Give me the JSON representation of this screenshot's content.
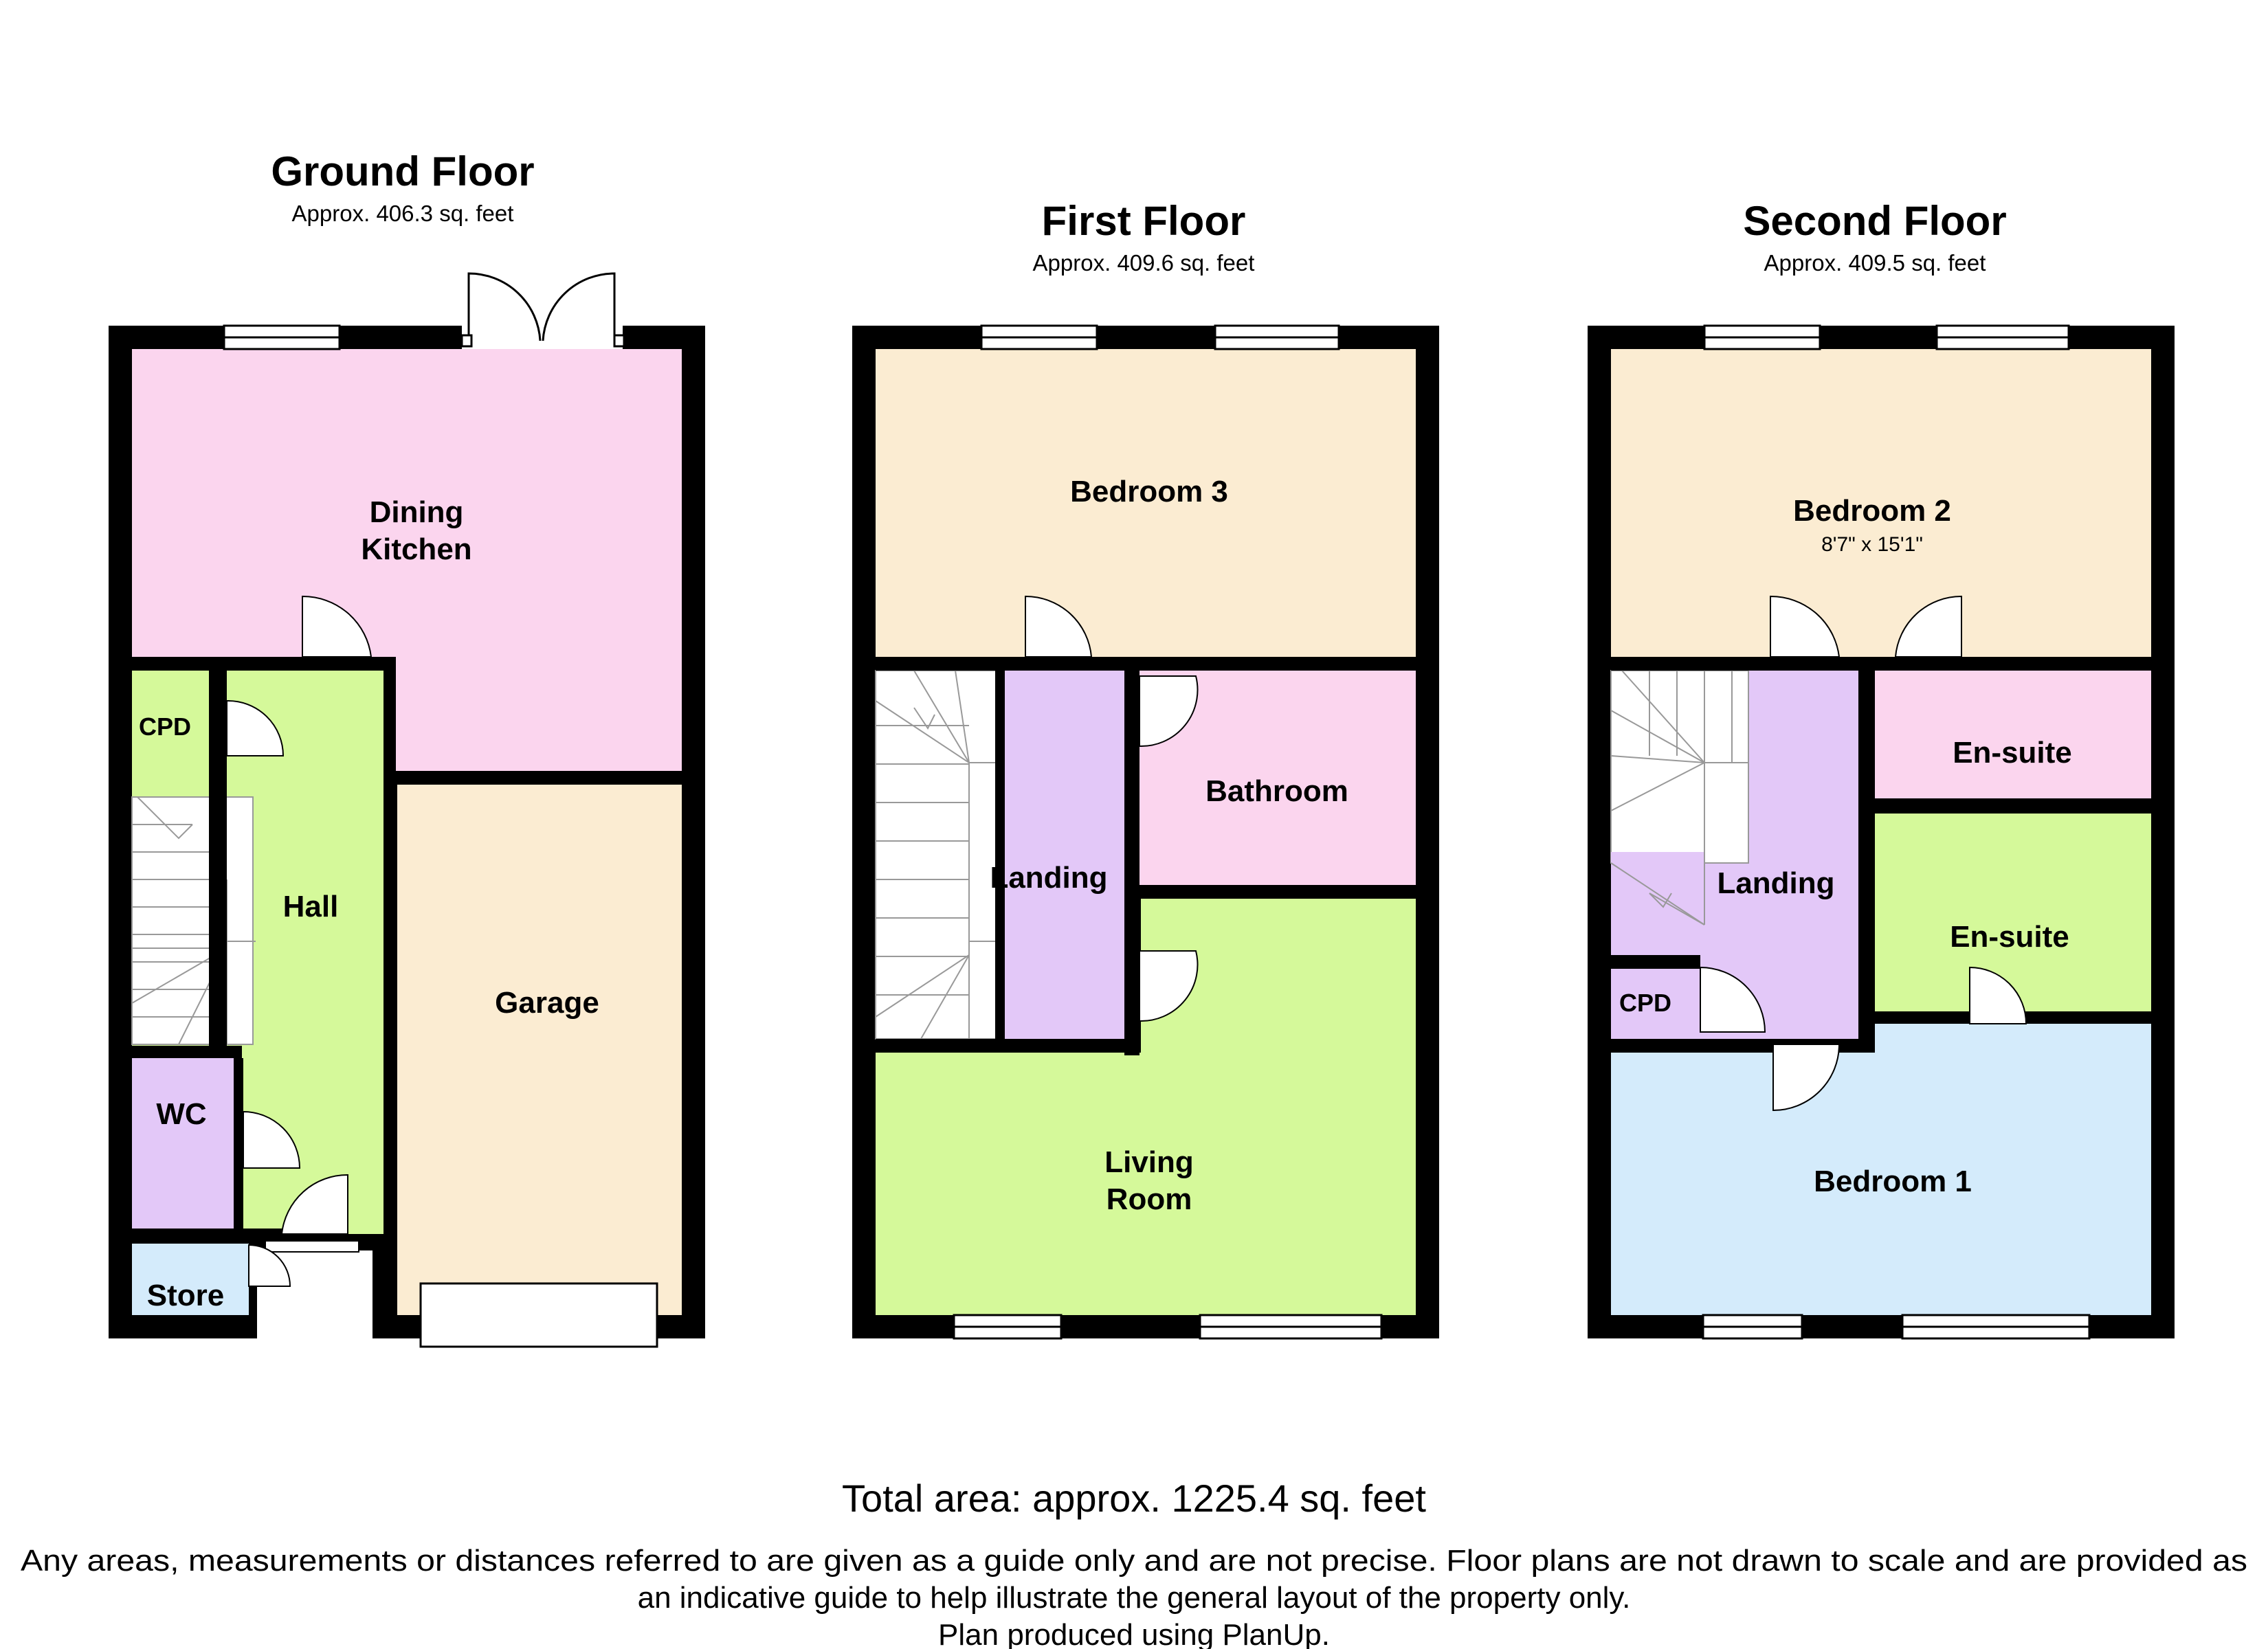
{
  "floors": [
    {
      "name": "Ground Floor",
      "area": "Approx. 406.3 sq. feet",
      "rooms": [
        {
          "name": "Dining Kitchen",
          "lines": [
            "Dining",
            "Kitchen"
          ]
        },
        {
          "name": "CPD",
          "lines": [
            "CPD"
          ]
        },
        {
          "name": "Hall",
          "lines": [
            "Hall"
          ]
        },
        {
          "name": "Garage",
          "lines": [
            "Garage"
          ]
        },
        {
          "name": "WC",
          "lines": [
            "WC"
          ]
        },
        {
          "name": "Store",
          "lines": [
            "Store"
          ]
        }
      ]
    },
    {
      "name": "First Floor",
      "area": "Approx. 409.6 sq. feet",
      "rooms": [
        {
          "name": "Bedroom 3",
          "lines": [
            "Bedroom 3"
          ]
        },
        {
          "name": "Landing",
          "lines": [
            "Landing"
          ]
        },
        {
          "name": "Bathroom",
          "lines": [
            "Bathroom"
          ]
        },
        {
          "name": "Living Room",
          "lines": [
            "Living",
            "Room"
          ]
        }
      ]
    },
    {
      "name": "Second Floor",
      "area": "Approx. 409.5 sq. feet",
      "rooms": [
        {
          "name": "Bedroom 2",
          "lines": [
            "Bedroom 2"
          ],
          "dimensions": "8'7\" x 15'1\""
        },
        {
          "name": "En-suite",
          "lines": [
            "En-suite"
          ]
        },
        {
          "name": "Landing",
          "lines": [
            "Landing"
          ]
        },
        {
          "name": "En-suite",
          "lines": [
            "En-suite"
          ]
        },
        {
          "name": "CPD",
          "lines": [
            "CPD"
          ]
        },
        {
          "name": "Bedroom 1",
          "lines": [
            "Bedroom 1"
          ]
        }
      ]
    }
  ],
  "footer": {
    "total": "Total area: approx. 1225.4 sq. feet",
    "disclaimer_1": "Any areas, measurements or distances referred to are given as a guide only and are not precise. Floor plans are not drawn to scale and are provided as",
    "disclaimer_2": "an indicative guide to help illustrate the general layout of the property only.",
    "disclaimer_3": "Plan produced using PlanUp."
  },
  "colors": {
    "wall": "#000000",
    "pink": "#fbd5ee",
    "peach": "#fbecd2",
    "green": "#d5f99a",
    "lilac": "#e3c8f8",
    "blue": "#d4ebfb"
  }
}
